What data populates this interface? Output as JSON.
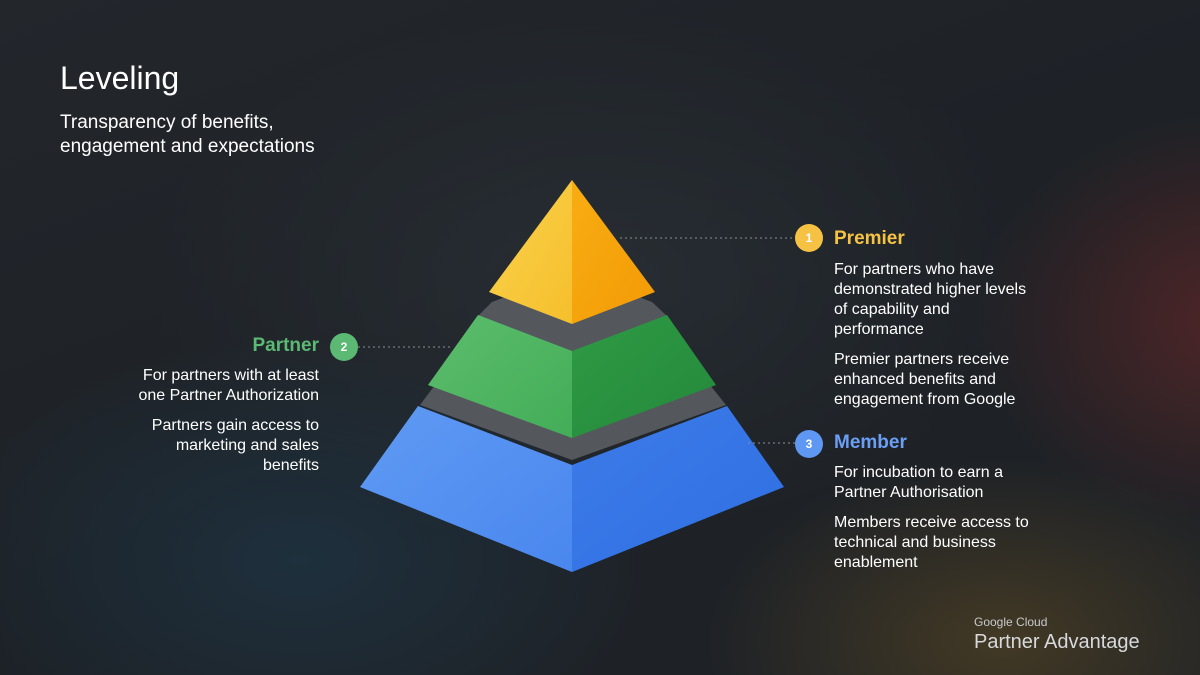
{
  "title": "Leveling",
  "subtitle": {
    "line1": "Transparency of benefits,",
    "line2": "engagement and expectations"
  },
  "levels": [
    {
      "number": "1",
      "name": "Premier",
      "color": "#f6c244",
      "desc1": [
        "For partners who have",
        "demonstrated higher levels",
        "of capability and",
        "performance"
      ],
      "desc2": [
        "Premier partners receive",
        "enhanced benefits and",
        "engagement from Google"
      ]
    },
    {
      "number": "2",
      "name": "Partner",
      "color": "#5bb974",
      "desc1": [
        "For partners with at least",
        "one Partner Authorization"
      ],
      "desc2": [
        "Partners gain access to",
        "marketing and sales",
        "benefits"
      ]
    },
    {
      "number": "3",
      "name": "Member",
      "color": "#6a9ff5",
      "desc1": [
        "For incubation to earn a",
        "Partner Authorisation"
      ],
      "desc2": [
        "Members receive access to",
        "technical and business",
        "enablement"
      ]
    }
  ],
  "logo": {
    "line1": "Google Cloud",
    "line2": "Partner Advantage"
  }
}
